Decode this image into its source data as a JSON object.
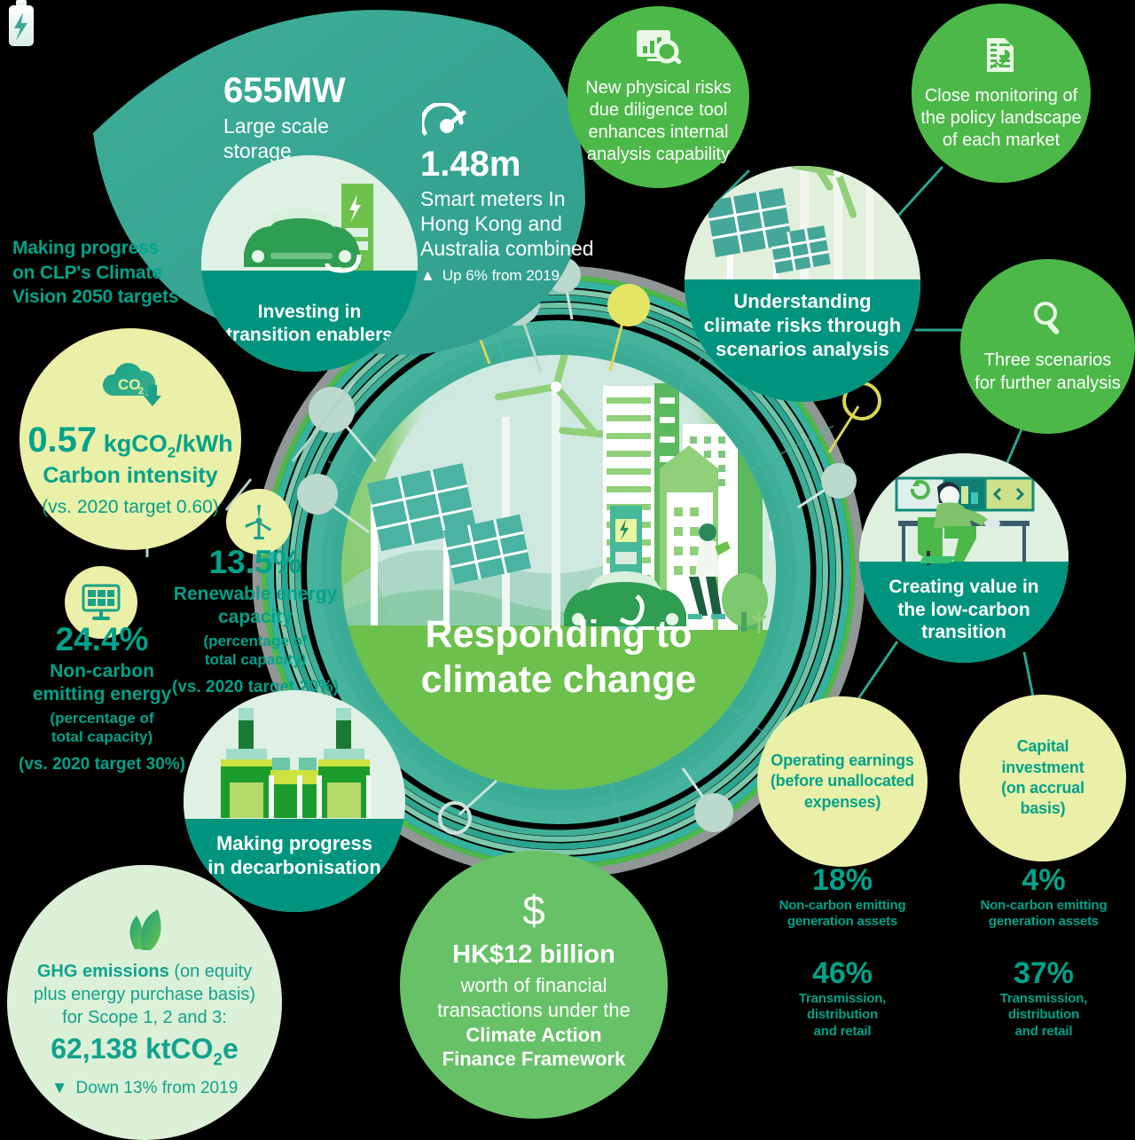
{
  "center": {
    "title_line1": "Responding to",
    "title_line2": "climate change",
    "scene_icon": "city-renewables-illustration"
  },
  "left_header": {
    "line1": "Making progress",
    "line2": "on CLP's Climate",
    "line3": "Vision 2050 targets"
  },
  "wedge": {
    "battery_icon": "battery-icon",
    "value": "655MW",
    "label_line1": "Large scale",
    "label_line2": "storage",
    "meter_icon": "speedometer-icon",
    "value2": "1.48m",
    "label2_line1": "Smart meters In",
    "label2_line2": "Hong Kong and",
    "label2_line3": "Australia combined",
    "trend_arrow": "▲",
    "trend_text": "Up 6% from 2019"
  },
  "hub_circles": [
    {
      "id": "investing-in-transition-enablers",
      "title_line1": "Investing in",
      "title_line2": "transition enablers",
      "icon": "ev-charging-car-icon"
    },
    {
      "id": "understanding-climate-risks",
      "title_line1": "Understanding",
      "title_line2": "climate risks through",
      "title_line3": "scenarios analysis",
      "icon": "solar-wind-icon"
    },
    {
      "id": "creating-value-low-carbon",
      "title_line1": "Creating value in",
      "title_line2": "the low-carbon",
      "title_line3": "transition",
      "icon": "person-at-desk-icon"
    },
    {
      "id": "making-progress-decarbonisation",
      "title_line1": "Making progress",
      "title_line2": "in decarbonisation",
      "icon": "power-plant-icon"
    }
  ],
  "green_bubbles": [
    {
      "id": "physical-risks-tool",
      "icon": "chart-magnifier-icon",
      "lines": [
        "New physical risks",
        "due diligence tool",
        "enhances internal",
        "analysis capability"
      ]
    },
    {
      "id": "policy-monitoring",
      "icon": "report-document-icon",
      "lines": [
        "Close monitoring of",
        "the policy landscape",
        "of each market"
      ]
    },
    {
      "id": "three-scenarios",
      "icon": "magnifier-icon",
      "lines": [
        "Three scenarios",
        "for further analysis"
      ]
    },
    {
      "id": "climate-action-finance",
      "icon": "dollar-icon",
      "headline": "HK$12 billion",
      "lines": [
        "worth of financial",
        "transactions under the"
      ],
      "bold_lines": [
        "Climate Action",
        "Finance Framework"
      ]
    }
  ],
  "metrics": {
    "carbon_intensity": {
      "icon": "co2-cloud-down-icon",
      "value": "0.57",
      "unit_pre": "kgCO",
      "unit_sub": "2",
      "unit_post": "/kWh",
      "label": "Carbon intensity",
      "target": "(vs. 2020 target 0.60)"
    },
    "renewable_capacity": {
      "icon": "wind-turbine-icon",
      "value": "13.5%",
      "label_line1": "Renewable energy",
      "label_line2": "capacity",
      "sub_line1": "(percentage of",
      "sub_line2": "total capacity)",
      "target": "(vs. 2020 target 20%)"
    },
    "non_carbon_energy": {
      "icon": "solar-panel-icon",
      "value": "24.4%",
      "label_line1": "Non-carbon",
      "label_line2": "emitting energy",
      "sub_line1": "(percentage of",
      "sub_line2": "total capacity)",
      "target": "(vs. 2020 target 30%)"
    },
    "ghg_emissions": {
      "icon": "leaves-icon",
      "bold_intro": "GHG emissions",
      "intro_rest": " (on equity",
      "line2": "plus energy purchase basis)",
      "line3": "for Scope 1, 2 and 3:",
      "value_main": "62,138 ktCO",
      "value_sub": "2",
      "value_end": "e",
      "trend_arrow": "▼",
      "trend_text": "Down 13% from 2019"
    }
  },
  "right_panels": [
    {
      "id": "operating-earnings",
      "bubble_lines": [
        "Operating earnings",
        "(before unallocated",
        "expenses)"
      ],
      "stats": [
        {
          "pct": "18%",
          "caption_line1": "Non-carbon emitting",
          "caption_line2": "generation assets"
        },
        {
          "pct": "46%",
          "caption_line1": "Transmission,",
          "caption_line2": "distribution",
          "caption_line3": "and retail"
        }
      ]
    },
    {
      "id": "capital-investment",
      "bubble_lines": [
        "Capital",
        "investment",
        "(on accrual",
        "basis)"
      ],
      "stats": [
        {
          "pct": "4%",
          "caption_line1": "Non-carbon emitting",
          "caption_line2": "generation assets"
        },
        {
          "pct": "37%",
          "caption_line1": "Transmission,",
          "caption_line2": "distribution",
          "caption_line3": "and retail"
        }
      ]
    }
  ],
  "colors": {
    "teal": "#00a28a",
    "teal_deep": "#1e9e8c",
    "teal_wedge": "#3aa994",
    "green_bright": "#4cb848",
    "green_mid": "#6cc24a",
    "lime_pale": "#e8f09a",
    "mint_pale": "#ddeedd",
    "yellow_line": "#d9d657",
    "gray_ring": "#919696"
  }
}
